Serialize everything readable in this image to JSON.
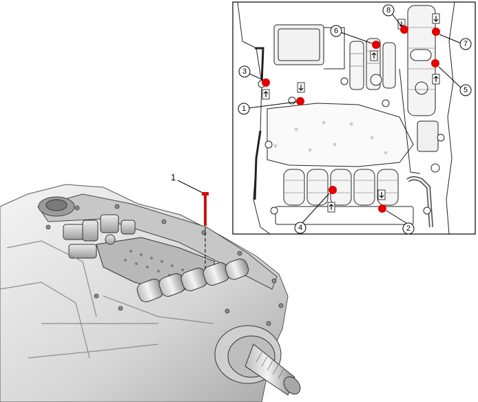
{
  "main_view": {
    "bolt_callout": "1"
  },
  "detail_view": {
    "callouts": [
      "1",
      "2",
      "3",
      "4",
      "5",
      "6",
      "7",
      "8"
    ]
  },
  "colors": {
    "marker": "#e00000",
    "bolt": "#d01010",
    "outline": "#000000",
    "metal": "#d9d9d9"
  }
}
